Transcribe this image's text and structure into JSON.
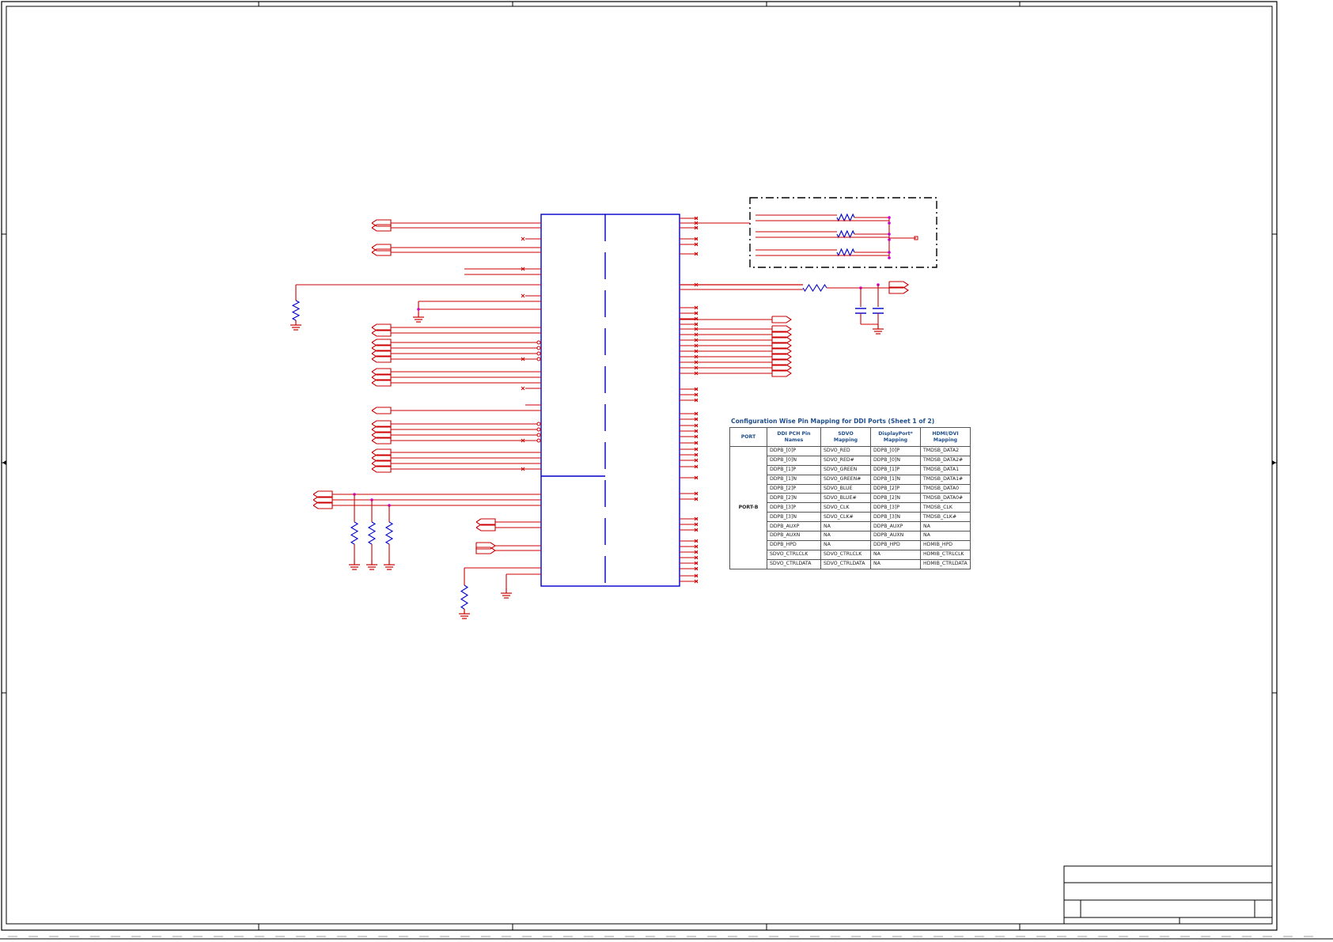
{
  "pin_mapping_table": {
    "title": "Configuration Wise Pin Mapping for DDI Ports (Sheet 1 of 2)",
    "headers": {
      "port": "PORT",
      "pin": "DDI PCH Pin\nNames",
      "sdvo": "SDVO\nMapping",
      "dp": "DisplayPort*\nMapping",
      "hdmi": "HDMI/DVI\nMapping"
    },
    "port_label": "PORT-B",
    "rows": [
      [
        "DDPB_[0]P",
        "SDVO_RED",
        "DDPB_[0]P",
        "TMDSB_DATA2"
      ],
      [
        "DDPB_[0]N",
        "SDVO_RED#",
        "DDPB_[0]N",
        "TMDSB_DATA2#"
      ],
      [
        "DDPB_[1]P",
        "SDVO_GREEN",
        "DDPB_[1]P",
        "TMDSB_DATA1"
      ],
      [
        "DDPB_[1]N",
        "SDVO_GREEN#",
        "DDPB_[1]N",
        "TMDSB_DATA1#"
      ],
      [
        "DDPB_[2]P",
        "SDVO_BLUE",
        "DDPB_[2]P",
        "TMDSB_DATA0"
      ],
      [
        "DDPB_[2]N",
        "SDVO_BLUE#",
        "DDPB_[2]N",
        "TMDSB_DATA0#"
      ],
      [
        "DDPB_[3]P",
        "SDVO_CLK",
        "DDPB_[3]P",
        "TMDSB_CLK"
      ],
      [
        "DDPB_[3]N",
        "SDVO_CLK#",
        "DDPB_[3]N",
        "TMDSB_CLK#"
      ],
      [
        "DDPB_AUXP",
        "NA",
        "DDPB_AUXP",
        "NA"
      ],
      [
        "DDPB_AUXN",
        "NA",
        "DDPB_AUXN",
        "NA"
      ],
      [
        "DDPB_HPD",
        "NA",
        "DDPB_HPD",
        "HDMIB_HPD"
      ],
      [
        "SDVO_CTRLCLK",
        "SDVO_CTRLCLK",
        "NA",
        "HDMIB_CTRLCLK"
      ],
      [
        "SDVO_CTRLDATA",
        "SDVO_CTRLDATA",
        "NA",
        "HDMIB_CTRLDATA"
      ]
    ]
  },
  "colors": {
    "wire": "#cc0000",
    "part_outline": "#0000cc",
    "junction": "#cc00cc",
    "frame": "#000000",
    "table_header": "#1f4e8c"
  }
}
